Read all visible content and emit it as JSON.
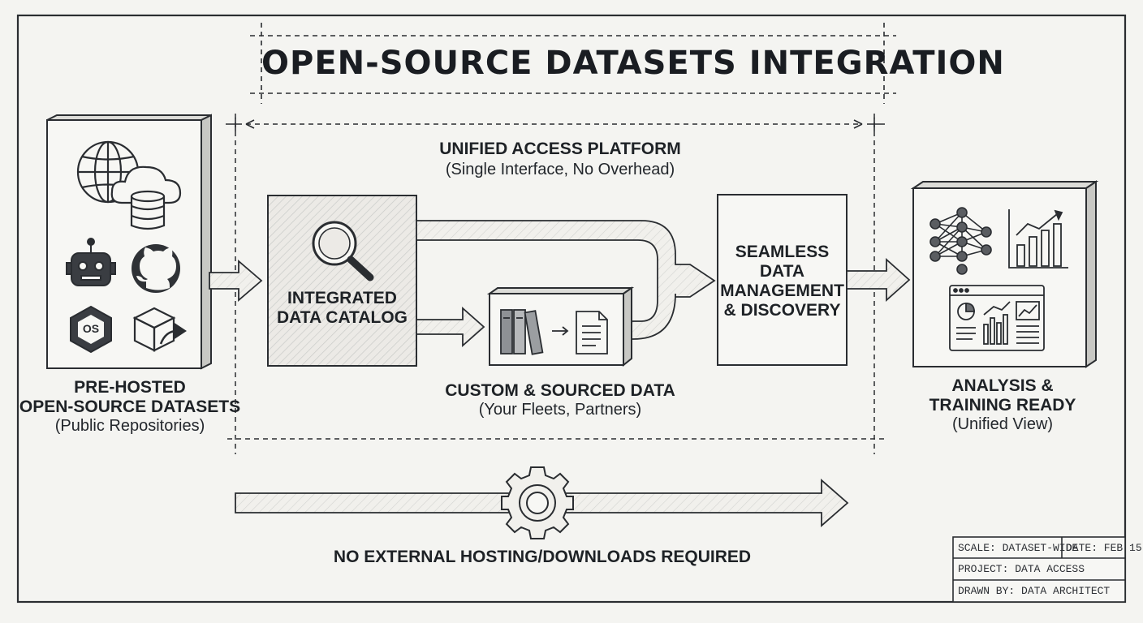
{
  "title": "OPEN-SOURCE DATASETS INTEGRATION",
  "platform": {
    "heading": "UNIFIED ACCESS PLATFORM",
    "subheading": "(Single Interface, No Overhead)"
  },
  "left": {
    "line1": "PRE-HOSTED",
    "line2": "OPEN-SOURCE DATASETS",
    "sub": "(Public Repositories)",
    "icons": [
      "globe-icon",
      "cloud-database-icon",
      "robot-icon",
      "github-icon",
      "os-badge-icon",
      "package-export-icon"
    ]
  },
  "catalog": {
    "line1": "INTEGRATED",
    "line2": "DATA CATALOG",
    "icon": "magnifier-icon"
  },
  "custom": {
    "heading": "CUSTOM & SOURCED DATA",
    "sub": "(Your Fleets, Partners)",
    "icons": [
      "books-icon",
      "arrow-right-icon",
      "document-icon"
    ]
  },
  "seamless": {
    "lines": [
      "SEAMLESS",
      "DATA",
      "MANAGEMENT",
      "& DISCOVERY"
    ]
  },
  "analysis": {
    "line1": "ANALYSIS &",
    "line2": "TRAINING READY",
    "sub": "(Unified View)",
    "icons": [
      "neural-network-icon",
      "bar-chart-icon",
      "dashboard-icon"
    ]
  },
  "bottom": {
    "label": "NO EXTERNAL HOSTING/DOWNLOADS REQUIRED",
    "icon": "gear-icon"
  },
  "title_block": {
    "scale": "SCALE: DATASET-WIDE",
    "date": "DATE: FEB 15",
    "project": "PROJECT: DATA ACCESS",
    "drawn_by": "DRAWN BY: DATA ARCHITECT"
  },
  "colors": {
    "ink": "#1c1f24",
    "paper": "#f4f4f1",
    "hatch": "#c9cbc8"
  }
}
